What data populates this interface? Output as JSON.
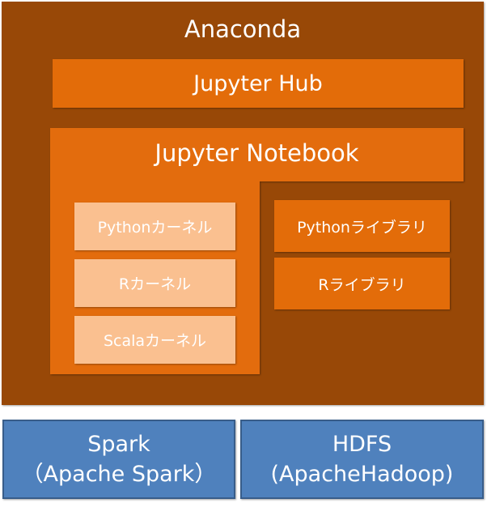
{
  "anaconda": {
    "title": "Anaconda"
  },
  "jupyter_hub": {
    "label": "Jupyter Hub"
  },
  "jupyter_notebook": {
    "title": "Jupyter Notebook",
    "kernels": [
      "Pythonカーネル",
      "Rカーネル",
      "Scalaカーネル"
    ],
    "libraries": [
      "Pythonライブラリ",
      "Rライブラリ"
    ]
  },
  "spark": {
    "line1": "Spark",
    "line2": "（Apache Spark）"
  },
  "hdfs": {
    "line1": "HDFS",
    "line2": "(ApacheHadoop)"
  },
  "colors": {
    "anaconda_bg": "#984807",
    "orange": "#e36c09",
    "kernel_bg": "#fac090",
    "blue": "#4f81bd",
    "blue_border": "#385d8a"
  }
}
